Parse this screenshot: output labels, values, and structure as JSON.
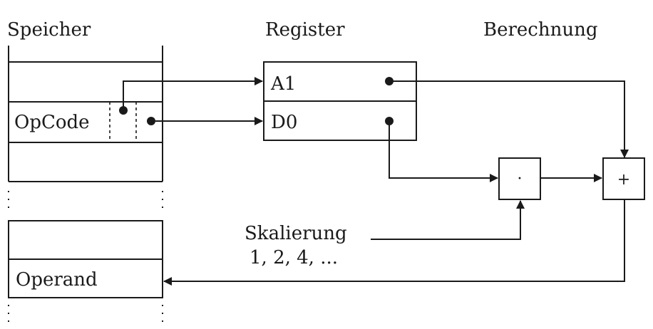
{
  "headings": {
    "memory": "Speicher",
    "registers": "Register",
    "calculation": "Berechnung"
  },
  "memory": {
    "opcode_label": "OpCode",
    "operand_label": "Operand"
  },
  "registers": {
    "address_register": "A1",
    "data_register": "D0"
  },
  "operations": {
    "multiply": "·",
    "add": "+"
  },
  "scaling": {
    "label": "Skalierung",
    "values": "1, 2, 4, ..."
  }
}
